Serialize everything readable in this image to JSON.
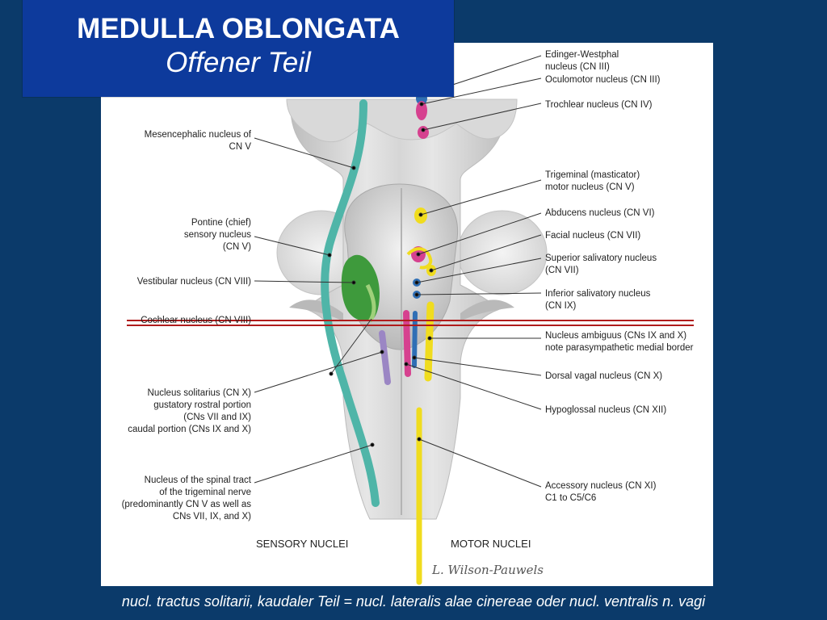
{
  "title": {
    "line1": "MEDULLA OBLONGATA",
    "line2": "Offener Teil"
  },
  "caption": "nucl. tractus solitarii,  kaudaler Teil = nucl. lateralis alae cinereae oder nucl. ventralis n. vagi",
  "left_labels": {
    "mesencephalic": [
      "Mesencephalic nucleus of",
      "CN V"
    ],
    "pontine": [
      "Pontine (chief)",
      "sensory nucleus",
      "(CN V)"
    ],
    "vestibular": [
      "Vestibular nucleus (CN VIII)"
    ],
    "cochlear": [
      "Cochlear nucleus (CN VIII)"
    ],
    "solitarius": [
      "Nucleus solitarius (CN X)",
      "gustatory rostral portion",
      "(CNs VII and IX)",
      "caudal portion (CNs IX and X)"
    ],
    "spinal_tract": [
      "Nucleus of the spinal tract",
      "of the trigeminal nerve",
      "(predominantly CN V as well as",
      "CNs VII, IX, and X)"
    ]
  },
  "right_labels": {
    "edinger": [
      "Edinger-Westphal",
      "nucleus (CN III)"
    ],
    "oculomotor": [
      "Oculomotor nucleus (CN III)"
    ],
    "trochlear": [
      "Trochlear nucleus (CN IV)"
    ],
    "trigeminal_motor": [
      "Trigeminal (masticator)",
      "motor nucleus (CN V)"
    ],
    "abducens": [
      "Abducens nucleus (CN VI)"
    ],
    "facial": [
      "Facial nucleus (CN VII)"
    ],
    "sup_salivatory": [
      "Superior salivatory nucleus",
      "(CN VII)"
    ],
    "inf_salivatory": [
      "Inferior salivatory nucleus",
      "(CN IX)"
    ],
    "ambiguus": [
      "Nucleus ambiguus (CNs IX and X)",
      "note parasympathetic medial border"
    ],
    "dorsal_vagal": [
      "Dorsal vagal nucleus (CN X)"
    ],
    "hypoglossal": [
      "Hypoglossal nucleus (CN XII)"
    ],
    "accessory": [
      "Accessory nucleus (CN XI)",
      "C1 to C5/C6"
    ]
  },
  "bottom_labels": {
    "sensory": "SENSORY NUCLEI",
    "motor": "MOTOR NUCLEI",
    "signature": "L. Wilson-Pauwels"
  },
  "colors": {
    "background": "#0b3a6a",
    "title_box": "#0d3a9c",
    "marker_line": "#b01c1c",
    "teal": "#4fb5a8",
    "green": "#3e9a3c",
    "magenta": "#d6418f",
    "yellow": "#f0dc1e",
    "blue": "#2f6fb5",
    "lavender": "#9b86c4"
  }
}
